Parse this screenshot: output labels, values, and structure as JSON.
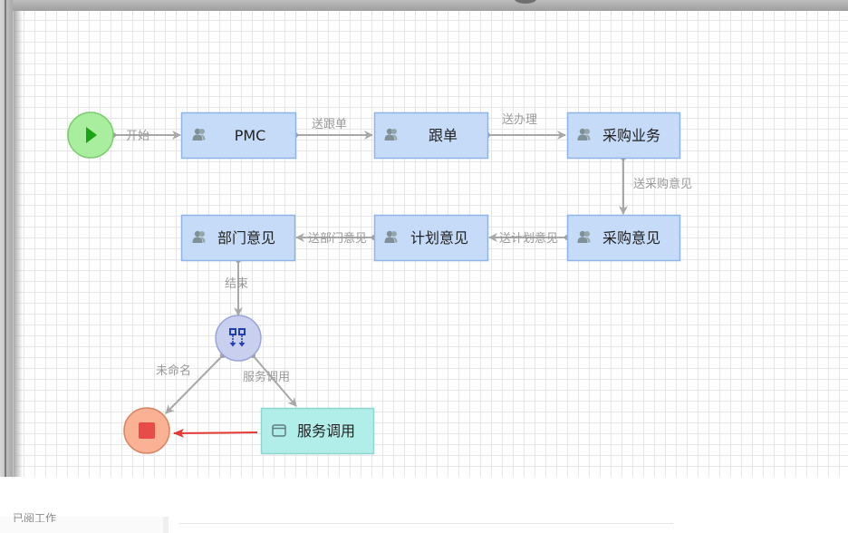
{
  "colors": {
    "task_fill": "#c6dbf7",
    "task_stroke": "#8fb5e8",
    "start_fill": "#a8ee9e",
    "start_stroke": "#7ccb6f",
    "start_glyph": "#1aa314",
    "end_fill": "#fbb294",
    "end_stroke": "#d9825f",
    "end_glyph": "#e74c48",
    "gateway_fill": "#c9cfee",
    "gateway_stroke": "#9aa3d8",
    "gateway_glyph": "#1f3fb3",
    "service_fill": "#b1eee9",
    "service_stroke": "#8cd6cf",
    "edge": "#a8a8a8",
    "edge_highlight": "#e53935"
  },
  "nodes": {
    "start": {
      "type": "start-event",
      "icon": "play-icon"
    },
    "pmc": {
      "type": "user-task",
      "label": "PMC",
      "icon": "users-icon"
    },
    "gendan": {
      "type": "user-task",
      "label": "跟单",
      "icon": "users-icon"
    },
    "caigou_yewu": {
      "type": "user-task",
      "label": "采购业务",
      "icon": "users-icon"
    },
    "caigou_yijian": {
      "type": "user-task",
      "label": "采购意见",
      "icon": "users-icon"
    },
    "jihua_yijian": {
      "type": "user-task",
      "label": "计划意见",
      "icon": "users-icon"
    },
    "bumen_yijian": {
      "type": "user-task",
      "label": "部门意见",
      "icon": "users-icon"
    },
    "gateway": {
      "type": "parallel-gateway",
      "icon": "fork-icon"
    },
    "service": {
      "type": "service-task",
      "label": "服务调用",
      "icon": "window-icon"
    },
    "end": {
      "type": "end-event",
      "icon": "stop-icon"
    }
  },
  "edges": [
    {
      "from": "start",
      "to": "pmc",
      "label": "开始"
    },
    {
      "from": "pmc",
      "to": "gendan",
      "label": "送跟单"
    },
    {
      "from": "gendan",
      "to": "caigou_yewu",
      "label": "送办理"
    },
    {
      "from": "caigou_yewu",
      "to": "caigou_yijian",
      "label": "送采购意见"
    },
    {
      "from": "caigou_yijian",
      "to": "jihua_yijian",
      "label": "送计划意见"
    },
    {
      "from": "jihua_yijian",
      "to": "bumen_yijian",
      "label": "送部门意见"
    },
    {
      "from": "bumen_yijian",
      "to": "gateway",
      "label": "结束"
    },
    {
      "from": "gateway",
      "to": "end",
      "label": "未命名"
    },
    {
      "from": "gateway",
      "to": "service",
      "label": "服务调用"
    },
    {
      "from": "service",
      "to": "end",
      "label": "",
      "highlighted": true
    }
  ],
  "bottom_panel": {
    "sidebar_item": "已阅工作"
  }
}
